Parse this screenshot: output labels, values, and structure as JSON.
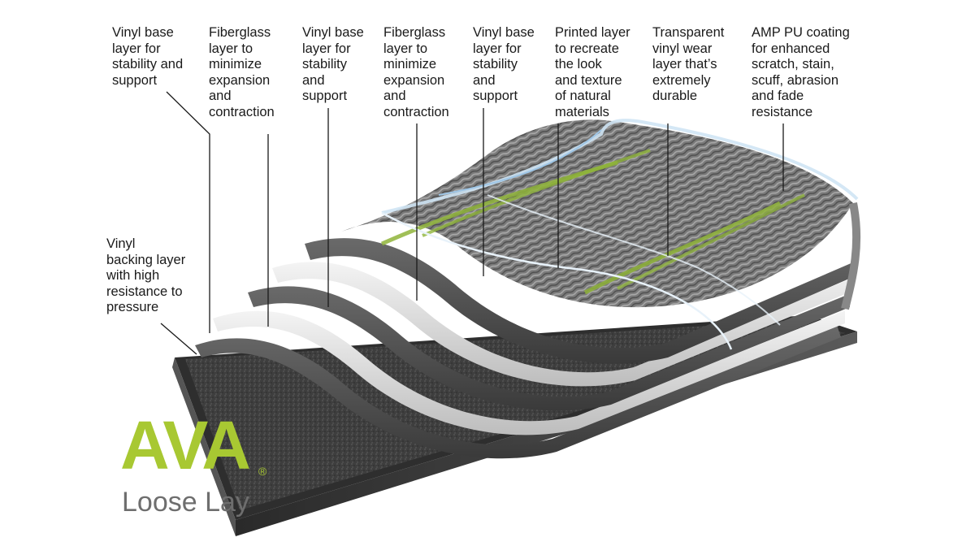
{
  "callouts": [
    {
      "id": "c1",
      "text": "Vinyl base\nlayer for\nstability and\nsupport"
    },
    {
      "id": "c2",
      "text": "Fiberglass\nlayer to\nminimize\nexpansion\nand\ncontraction"
    },
    {
      "id": "c3",
      "text": "Vinyl base\nlayer for\nstability\nand\nsupport"
    },
    {
      "id": "c4",
      "text": "Fiberglass\nlayer to\nminimize\nexpansion\nand\ncontraction"
    },
    {
      "id": "c5",
      "text": "Vinyl base\nlayer for\nstability\nand\nsupport"
    },
    {
      "id": "c6",
      "text": "Printed layer\nto recreate\nthe look\nand texture\nof natural\nmaterials"
    },
    {
      "id": "c7",
      "text": "Transparent\nvinyl wear\nlayer that’s\nextremely\ndurable"
    },
    {
      "id": "c8",
      "text": "AMP PU coating\nfor enhanced\nscratch, stain,\nscuff, abrasion\nand fade\nresistance"
    },
    {
      "id": "c9",
      "text": "Vinyl\nbacking layer\nwith high\nresistance to\npressure"
    }
  ],
  "brand": {
    "wordmark": "AVA",
    "registered": "®",
    "subtitle": "Loose Lay",
    "color": "#a8c832"
  },
  "colors": {
    "dark_gray": "#4a4a4a",
    "light_gray": "#d9d9d9",
    "accent_green": "#8fb43a"
  }
}
